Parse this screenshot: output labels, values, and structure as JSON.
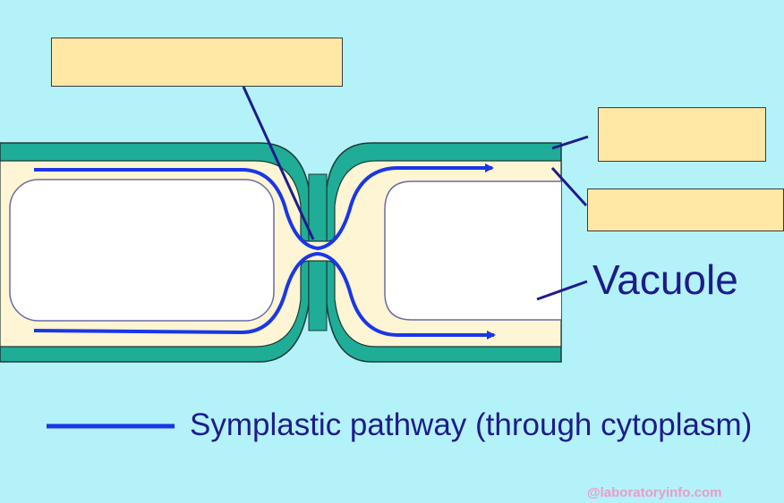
{
  "labels": {
    "vacuole": "Vacuole",
    "legend": "Symplastic pathway (through cytoplasm)",
    "watermark": "@laboratoryinfo.com"
  },
  "blank_label_boxes": [
    "",
    "",
    ""
  ],
  "colors": {
    "background": "#b3f2f9",
    "cell_wall": "#1fad97",
    "cytoplasm": "#fdf5d3",
    "vacuole": "#ffffff",
    "pathway": "#1a36e8",
    "text": "#1e1c8c",
    "label_box_fill": "#ffe8a6"
  }
}
